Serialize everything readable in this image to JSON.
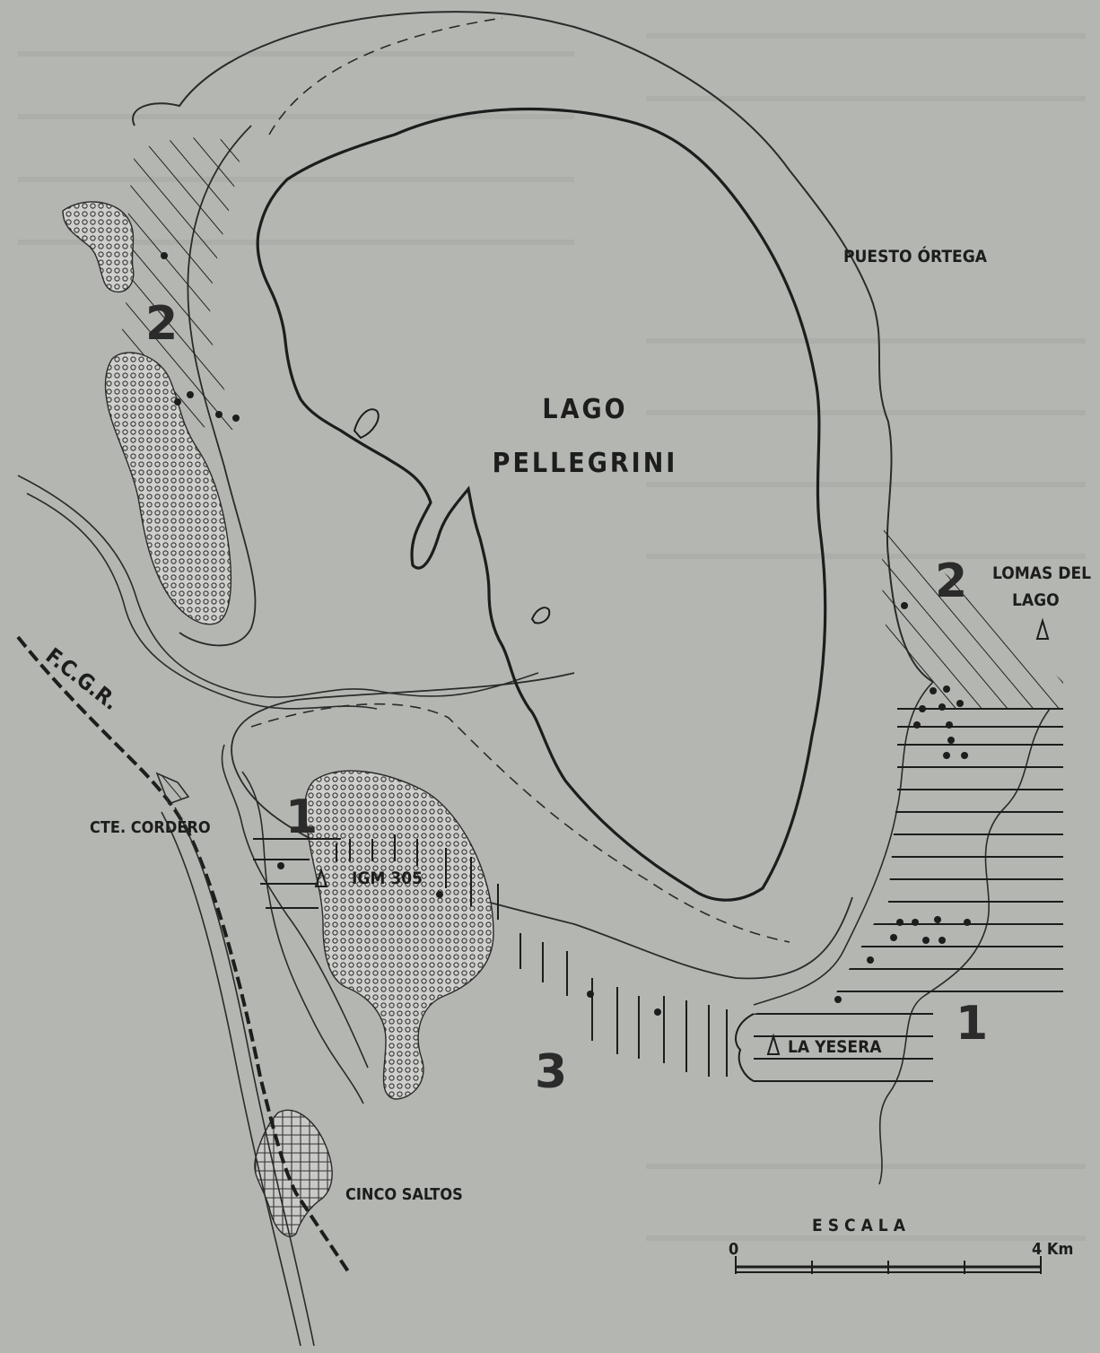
{
  "lake": {
    "line1": "LAGO",
    "line2": "PELLEGRINI"
  },
  "places": {
    "puesto_ortega": "PUESTO ÓRTEGA",
    "lomas_line1": "LOMAS DEL",
    "lomas_line2": "LAGO",
    "cte_cordero": "CTE. CORDERO",
    "igm": "IGM 305",
    "la_yesera": "LA YESERA",
    "cinco_saltos": "CINCO SALTOS",
    "railway": "F.C.G.R."
  },
  "zone_numbers": {
    "z2_west": "2",
    "z2_east": "2",
    "z1_south": "1",
    "z1_east": "1",
    "z3": "3"
  },
  "scale": {
    "title": "ESCALA",
    "start": "0",
    "end": "4 Km"
  },
  "colors": {
    "background": "#b4b6b1",
    "ink": "#1c1d1c"
  }
}
